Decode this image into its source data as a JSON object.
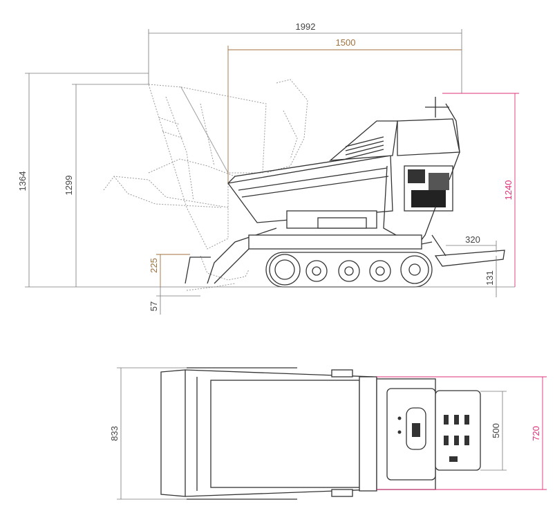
{
  "colors": {
    "black": "#444444",
    "brown": "#a0703c",
    "pink": "#e0307a"
  },
  "dimensions": {
    "overall_length": "1992",
    "dump_reach": "1500",
    "tipped_height": "1364",
    "raised_height": "1299",
    "machine_height": "1240",
    "skip_lip": "225",
    "ground_offset": "57",
    "platform_length": "320",
    "platform_height": "131",
    "overall_width": "833",
    "inner_width": "500",
    "track_width": "720"
  },
  "icons": {
    "side_view": "dumper-side-view",
    "top_view": "dumper-top-view"
  }
}
